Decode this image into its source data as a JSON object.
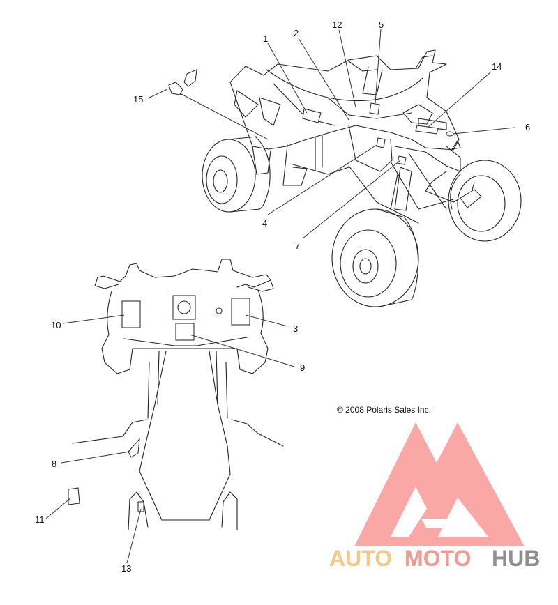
{
  "callouts": [
    "1",
    "2",
    "12",
    "5",
    "14",
    "15",
    "6",
    "4",
    "7",
    "10",
    "3",
    "9",
    "8",
    "11",
    "13"
  ],
  "copyright": "© 2008 Polaris Sales Inc.",
  "watermark": {
    "text_auto": "AUTO",
    "text_moto": "MOTO",
    "text_hub": "HUB",
    "color_logo": "#f9a3a0",
    "color_auto": "#f6c887",
    "color_moto": "#f19a92",
    "color_hub": "#8f8f8f"
  }
}
